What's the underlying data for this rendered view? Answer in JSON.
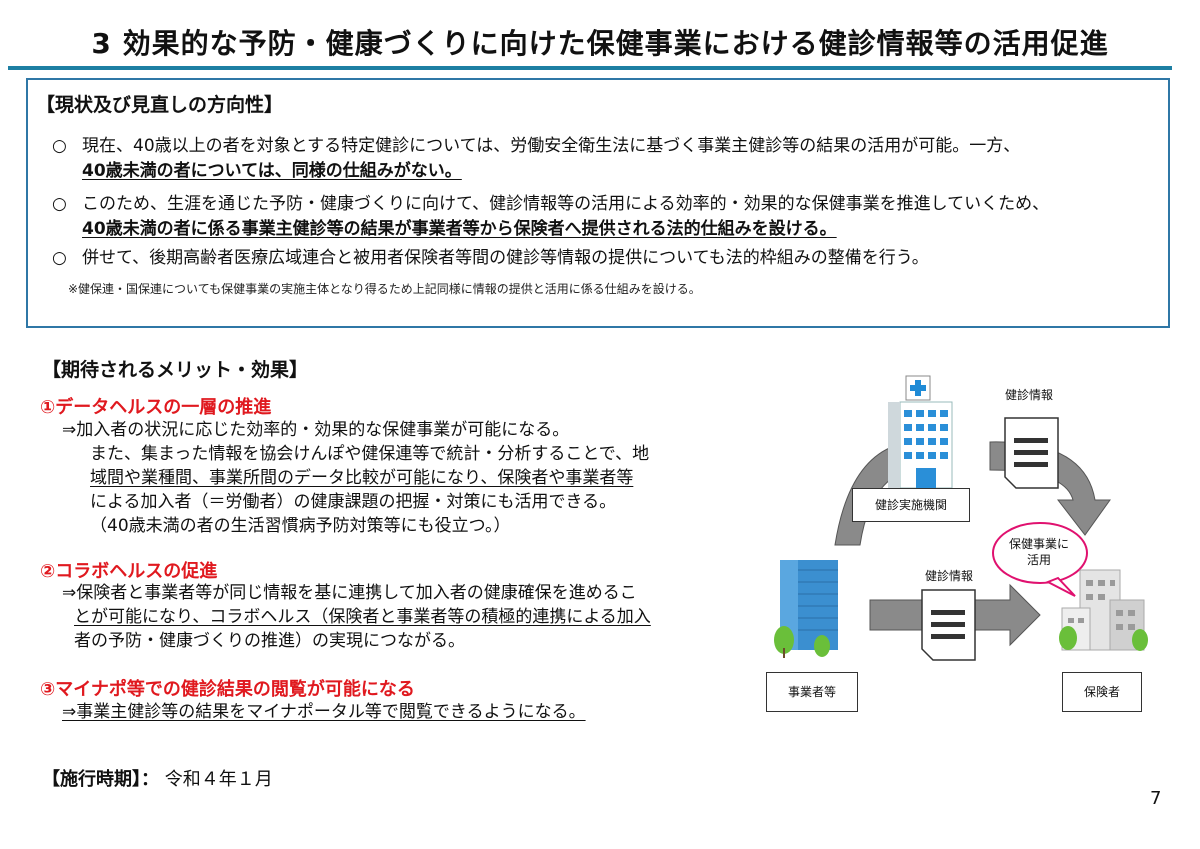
{
  "title": "3 効果的な予防・健康づくりに向けた保健事業における健診情報等の活用促進",
  "status_box": {
    "heading": "【現状及び見直しの方向性】",
    "bullet_mark": "○",
    "bullets": [
      {
        "line1": "現在、40歳以上の者を対象とする特定健診については、労働安全衛生法に基づく事業主健診等の結果の活用が可能。一方、",
        "line2": "40歳未満の者については、同様の仕組みがない。"
      },
      {
        "line1": "このため、生涯を通じた予防・健康づくりに向けて、健診情報等の活用による効率的・効果的な保健事業を推進していくため、",
        "line2": "40歳未満の者に係る事業主健診等の結果が事業者等から保険者へ提供される法的仕組みを設ける。"
      },
      {
        "line1": "併せて、後期高齢者医療広域連合と被用者保険者等間の健診等情報の提供についても法的枠組みの整備を行う。"
      }
    ],
    "note": "※健保連・国保連についても保健事業の実施主体となり得るため上記同様に情報の提供と活用に係る仕組みを設ける。"
  },
  "merits": {
    "heading": "【期待されるメリット・効果】",
    "items": [
      {
        "head": "①データヘルスの一層の推進",
        "lines": [
          "⇒加入者の状況に応じた効率的・効果的な保健事業が可能になる。",
          "また、集まった情報を協会けんぽや健保連等で統計・分析することで、地",
          "域間や業種間、事業所間のデータ比較が可能になり、保険者や事業者等",
          "による加入者（＝労働者）の健康課題の把握・対策にも活用できる。",
          "（40歳未満の者の生活習慣病予防対策等にも役立つ。）"
        ]
      },
      {
        "head": "②コラボヘルスの促進",
        "lines": [
          "⇒保険者と事業者等が同じ情報を基に連携して加入者の健康確保を進めるこ",
          "とが可能になり、コラボヘルス（保険者と事業者等の積極的連携による加入",
          "者の予防・健康づくりの推進）の実現につながる。"
        ]
      },
      {
        "head": "③マイナポ等での健診結果の閲覧が可能になる",
        "lines": [
          "⇒事業主健診等の結果をマイナポータル等で閲覧できるようになる。"
        ]
      }
    ]
  },
  "enactment": {
    "label": "【施行時期】：",
    "value": "令和４年１月"
  },
  "page_number": "7",
  "diagram": {
    "doc_label_top": "健診情報",
    "doc_label_mid": "健診情報",
    "bubble": "保健事業に活用",
    "institution": "健診実施機関",
    "employer": "事業者等",
    "insurer": "保険者"
  },
  "colors": {
    "accent_blue": "#1d7fa3",
    "box_border": "#2f77a6",
    "red": "#e0191f",
    "arrow_gray": "#8a8a8a",
    "bubble_pink": "#e0116f"
  }
}
